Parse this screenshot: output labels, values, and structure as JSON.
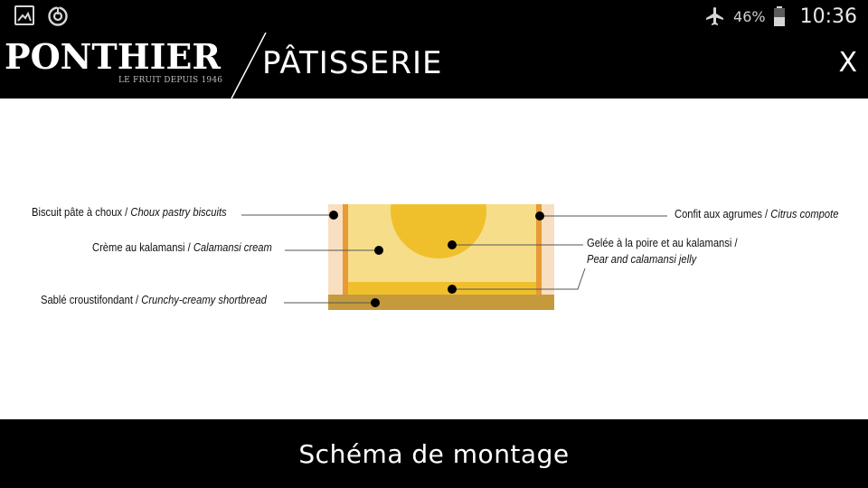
{
  "status_bar": {
    "battery_percent": "46%",
    "time": "10:36",
    "icons": [
      "gallery-icon",
      "sync-icon",
      "airplane-mode-icon",
      "battery-icon"
    ]
  },
  "header": {
    "brand": "PONTHIER",
    "tagline": "LE FRUIT DEPUIS 1946",
    "section_title": "PÂTISSERIE",
    "close_label": "X"
  },
  "diagram": {
    "colors": {
      "biscuit": "#f8dfc1",
      "cream": "#f5dd8a",
      "jelly": "#f0c02c",
      "shortbread": "#c59a3c",
      "compote": "#e89a34"
    },
    "labels": {
      "biscuit_fr": "Biscuit pâte à choux / ",
      "biscuit_en": "Choux pastry biscuits",
      "creme_fr": "Crème au kalamansi / ",
      "creme_en": "Calamansi cream",
      "sable_fr": "Sablé croustifondant / ",
      "sable_en": "Crunchy-creamy shortbread",
      "confit_fr": "Confit aux agrumes / ",
      "confit_en": "Citrus compote",
      "gelee_fr": "Gelée à la poire et au kalamansi /",
      "gelee_en": "Pear and calamansi jelly"
    }
  },
  "footer": {
    "button_label": "Schéma de montage"
  }
}
